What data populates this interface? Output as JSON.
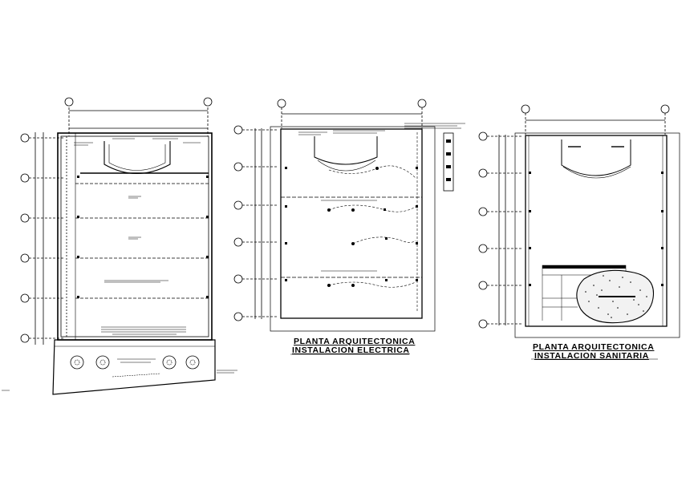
{
  "sheets": [
    {
      "id": "architectural-plan",
      "title_lines": []
    },
    {
      "id": "electrical-plan",
      "title_lines": [
        "PLANTA ARQUITECTONICA",
        "INSTALACION ELECTRICA"
      ]
    },
    {
      "id": "sanitary-plan",
      "title_lines": [
        "PLANTA ARQUITECTONICA",
        "INSTALACION SANITARIA"
      ]
    }
  ],
  "colors": {
    "line": "#000000",
    "background": "#ffffff"
  }
}
